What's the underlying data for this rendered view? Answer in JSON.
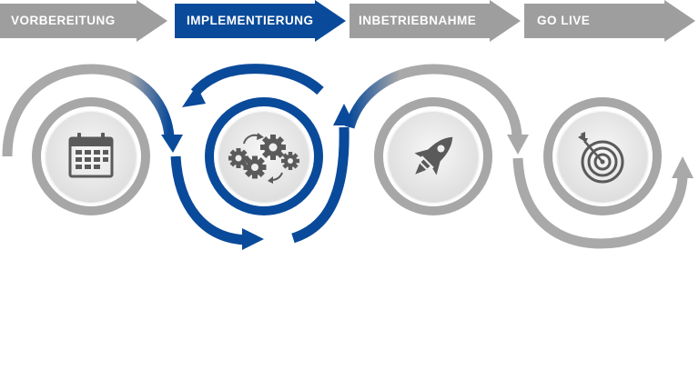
{
  "phases": [
    {
      "label": "VORBEREITUNG",
      "icon": "calendar-icon",
      "color": "#9e9e9e"
    },
    {
      "label": "IMPLEMENTIERUNG",
      "icon": "gears-icon",
      "color": "#0a4a9a"
    },
    {
      "label": "INBETRIEBNAHME",
      "icon": "rocket-icon",
      "color": "#9e9e9e"
    },
    {
      "label": "GO LIVE",
      "icon": "target-icon",
      "color": "#9e9e9e"
    }
  ],
  "colors": {
    "active_blue": "#0a4a9a",
    "inactive_gray": "#a7a7a7",
    "icon_gray": "#5a5a5a",
    "circle_fill": "#efefef"
  }
}
